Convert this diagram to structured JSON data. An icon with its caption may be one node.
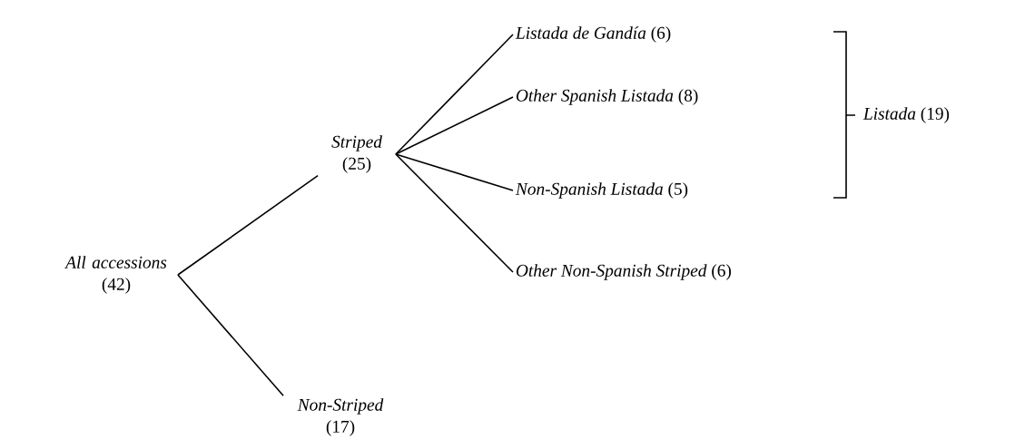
{
  "diagram": {
    "nodes": [
      {
        "text": [
          "*All accessions* (42)"
        ]
      },
      {
        "text": [
          "*Striped* (25)"
        ]
      },
      {
        "text": [
          "*Non-Striped* (17)"
        ]
      },
      {
        "text": [
          "*Listada de Gandía* (6)"
        ]
      },
      {
        "text": [
          "*Other Spanish Listada* (8)"
        ]
      },
      {
        "text": [
          "*Non-Spanish Listada* (5)"
        ]
      },
      {
        "text": [
          "*Other Non-Spanish Striped* (6)"
        ]
      }
    ],
    "edges": [
      {
        "from": 0,
        "to": 1,
        "arrow": "none"
      },
      {
        "from": 0,
        "to": 2,
        "arrow": "none"
      },
      {
        "from": 1,
        "to": 3,
        "arrow": "none"
      },
      {
        "from": 1,
        "to": 4,
        "arrow": "none"
      },
      {
        "from": 1,
        "to": 5,
        "arrow": "none"
      },
      {
        "from": 1,
        "to": 6,
        "arrow": "none"
      }
    ],
    "labels": [
      "*Listada* (19)"
    ]
  }
}
